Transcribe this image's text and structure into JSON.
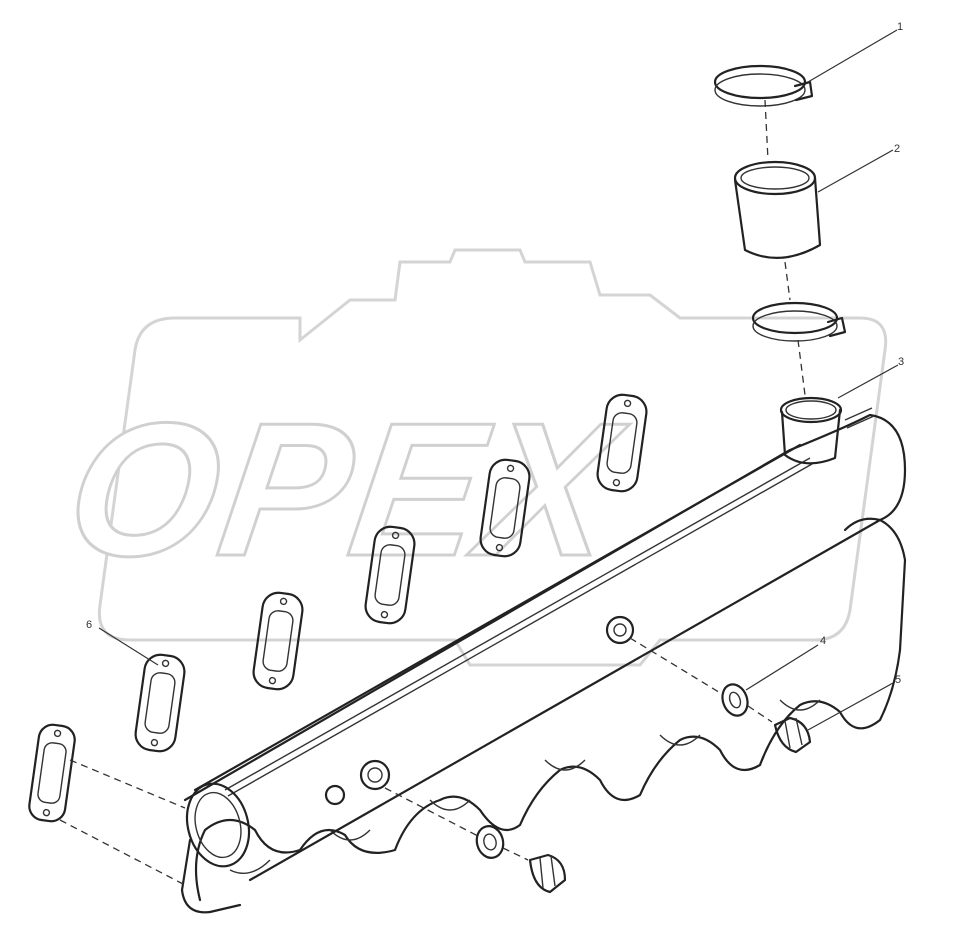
{
  "watermark": {
    "text": "OPEX"
  },
  "callouts": [
    {
      "id": "1",
      "label": "1"
    },
    {
      "id": "2",
      "label": "2"
    },
    {
      "id": "3",
      "label": "3"
    },
    {
      "id": "4",
      "label": "4"
    },
    {
      "id": "5",
      "label": "5"
    },
    {
      "id": "6",
      "label": "6"
    }
  ]
}
